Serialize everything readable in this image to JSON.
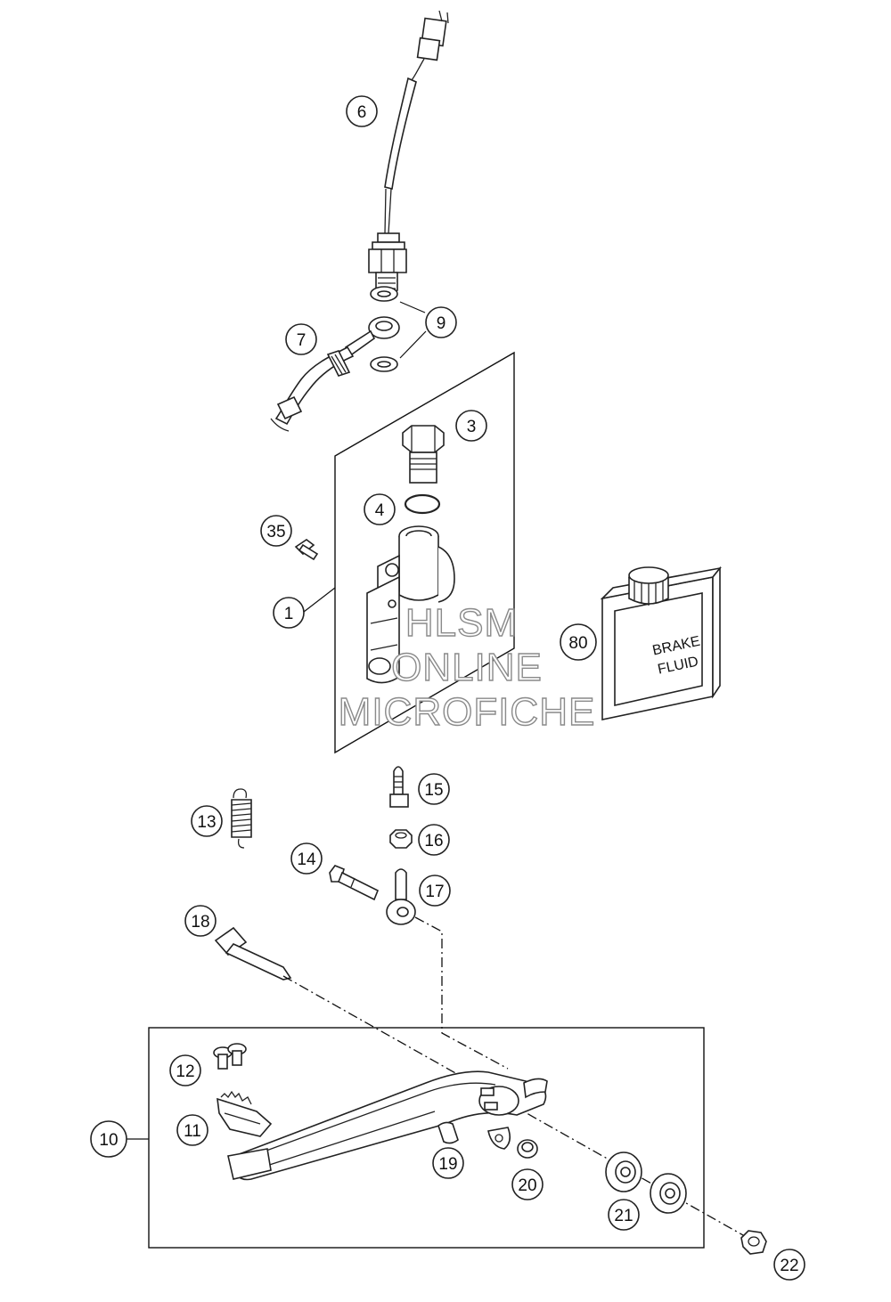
{
  "callouts": [
    {
      "label": "1"
    },
    {
      "label": "3"
    },
    {
      "label": "4"
    },
    {
      "label": "6"
    },
    {
      "label": "7"
    },
    {
      "label": "9"
    },
    {
      "label": "10"
    },
    {
      "label": "11"
    },
    {
      "label": "12"
    },
    {
      "label": "13"
    },
    {
      "label": "14"
    },
    {
      "label": "15"
    },
    {
      "label": "16"
    },
    {
      "label": "17"
    },
    {
      "label": "18"
    },
    {
      "label": "19"
    },
    {
      "label": "20"
    },
    {
      "label": "21"
    },
    {
      "label": "22"
    },
    {
      "label": "35"
    },
    {
      "label": "80"
    }
  ],
  "brake_fluid_can": {
    "line1": "BRAKE",
    "line2": "FLUID"
  },
  "watermark": {
    "line1": "HLSM",
    "line2": "ONLINE",
    "line3": "MICROFICHE"
  },
  "colors": {
    "line": "#222222",
    "watermark_outline": "#8a8a8a"
  }
}
